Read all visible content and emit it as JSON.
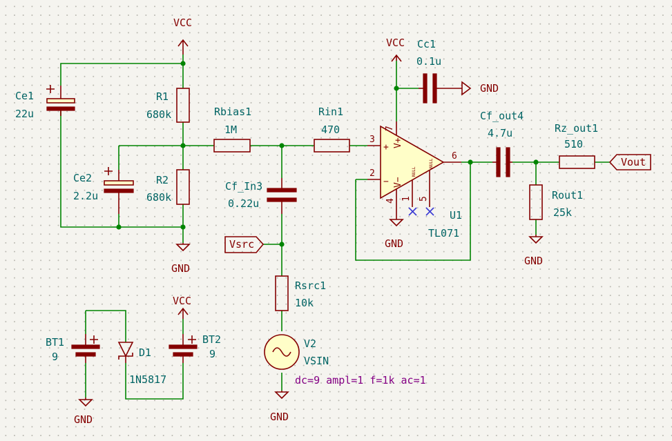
{
  "colors": {
    "background": "#f5f4ef",
    "wire": "#008400",
    "symbol": "#840000",
    "symbol_fill": "#fffec8",
    "text": "#006464",
    "no_connect": "#3b3bd4",
    "directive": "#840084"
  },
  "power": {
    "vcc_label": "VCC",
    "gnd_label": "GND"
  },
  "components": {
    "ce1": {
      "ref": "Ce1",
      "value": "22u"
    },
    "ce2": {
      "ref": "Ce2",
      "value": "2.2u"
    },
    "r1": {
      "ref": "R1",
      "value": "680k"
    },
    "r2": {
      "ref": "R2",
      "value": "680k"
    },
    "rbias1": {
      "ref": "Rbias1",
      "value": "1M"
    },
    "rin1": {
      "ref": "Rin1",
      "value": "470"
    },
    "cf_in3": {
      "ref": "Cf_In3",
      "value": "0.22u"
    },
    "cc1": {
      "ref": "Cc1",
      "value": "0.1u"
    },
    "u1": {
      "ref": "U1",
      "value": "TL071"
    },
    "cf_out4": {
      "ref": "Cf_out4",
      "value": "4.7u"
    },
    "rz_out1": {
      "ref": "Rz_out1",
      "value": "510"
    },
    "rout1": {
      "ref": "Rout1",
      "value": "25k"
    },
    "rsrc1": {
      "ref": "Rsrc1",
      "value": "10k"
    },
    "v2": {
      "ref": "V2",
      "value": "VSIN",
      "spice": "dc=9 ampl=1 f=1k ac=1"
    },
    "bt1": {
      "ref": "BT1",
      "value": "9"
    },
    "bt2": {
      "ref": "BT2",
      "value": "9"
    },
    "d1": {
      "ref": "D1",
      "value": "1N5817"
    }
  },
  "opamp": {
    "pins": {
      "p1": "1",
      "p2": "2",
      "p3": "3",
      "p4": "4",
      "p5": "5",
      "p6": "6",
      "p7": "7"
    },
    "plus_sign": "+",
    "minus_sign": "−",
    "vplus": "V+",
    "vminus": "V−",
    "null_text": "NULL"
  },
  "labels": {
    "vsrc": "Vsrc",
    "vout": "Vout"
  }
}
